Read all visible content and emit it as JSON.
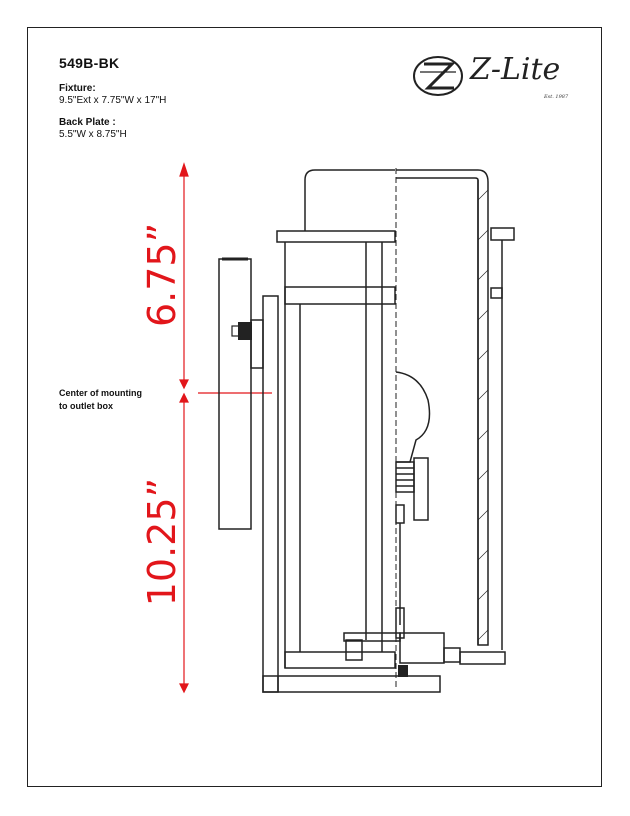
{
  "model": "549B-BK",
  "fixture": {
    "label": "Fixture:",
    "value": "9.5\"Ext x 7.75\"W x 17\"H"
  },
  "back_plate": {
    "label": "Back Plate :",
    "value": "5.5\"W x 8.75\"H"
  },
  "logo": {
    "text": "Z-Lite",
    "est": "Est. 1987",
    "mark": "Z"
  },
  "mounting_note": {
    "line1": "Center of mounting",
    "line2": "to outlet box"
  },
  "dimensions": {
    "upper": "6.75”",
    "lower": "10.25”"
  },
  "colors": {
    "dimension": "#e2161b",
    "line": "#222222"
  }
}
